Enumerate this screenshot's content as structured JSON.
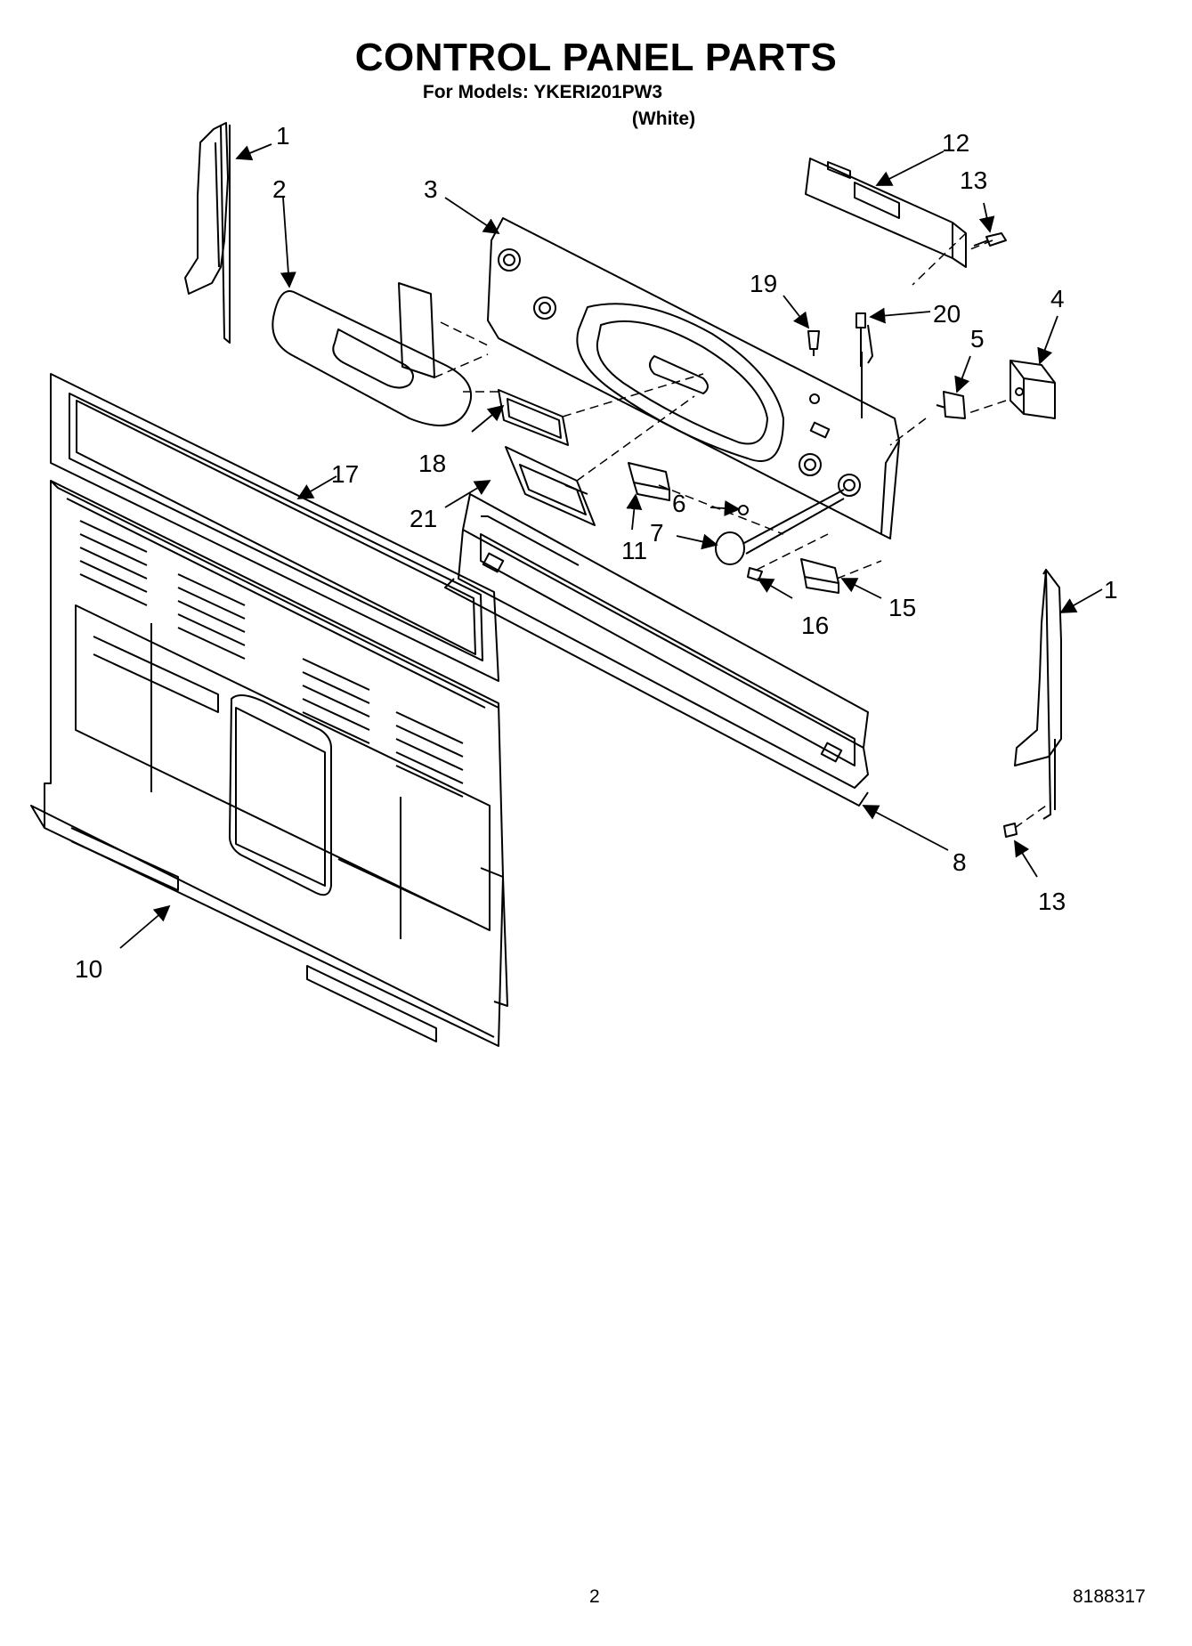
{
  "header": {
    "title": "CONTROL PANEL PARTS",
    "models_line": "For Models: YKERI201PW3",
    "color_line": "(White)"
  },
  "callouts": [
    "1",
    "2",
    "3",
    "12",
    "13",
    "19",
    "20",
    "4",
    "5",
    "17",
    "18",
    "21",
    "6",
    "11",
    "7",
    "16",
    "15",
    "1",
    "8",
    "13",
    "10"
  ],
  "footer": {
    "page_number": "2",
    "document_number": "8188317"
  }
}
